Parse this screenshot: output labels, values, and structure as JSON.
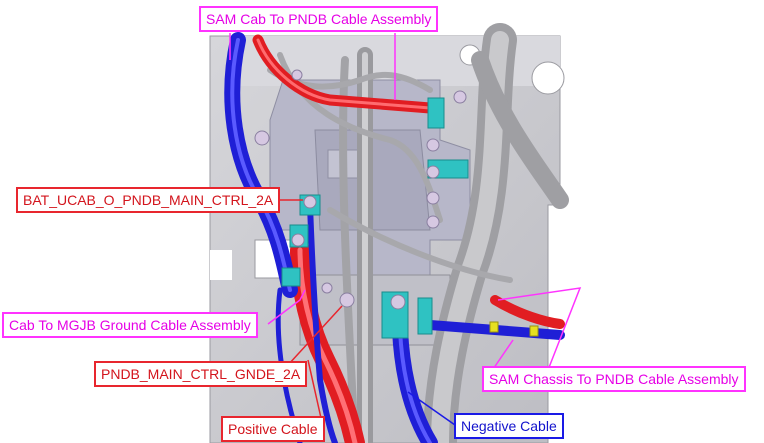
{
  "colors": {
    "magenta_label": "#ff33ff",
    "red_label": "#e8262e",
    "blue_label": "#1a1ae6",
    "red_cable": "#e11d22",
    "blue_cable": "#1f1fd6",
    "teal_terminal": "#2fc2c2",
    "gray_cable": "#a6a6a6",
    "panel": "#c8c8cc"
  },
  "callouts": {
    "sam_cab_to_pndb": "SAM Cab To PNDB Cable Assembly",
    "bat_ucab": "BAT_UCAB_O_PNDB_MAIN_CTRL_2A",
    "cab_to_mgjb": "Cab To MGJB Ground Cable Assembly",
    "pndb_main_ctrl_gnde": "PNDB_MAIN_CTRL_GNDE_2A",
    "sam_chassis_to_pndb": "SAM Chassis To PNDB Cable Assembly",
    "positive_cable": "Positive Cable",
    "negative_cable": "Negative Cable"
  }
}
